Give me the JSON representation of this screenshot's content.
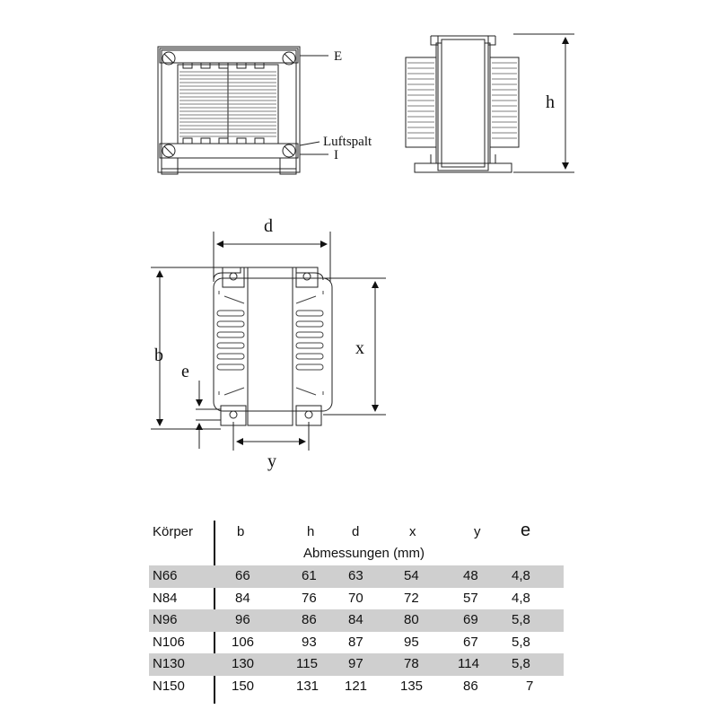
{
  "top_left_view": {
    "label_e": "E",
    "label_luftspalt": "Luftspalt",
    "label_i": "I"
  },
  "top_right_view": {
    "label_h": "h"
  },
  "middle_view": {
    "label_d": "d",
    "label_b": "b",
    "label_e": "e",
    "label_x": "x",
    "label_y": "y"
  },
  "table": {
    "header_body": "Körper",
    "columns": [
      "b",
      "h",
      "d",
      "x",
      "y",
      "e"
    ],
    "subheader": "Abmessungen (mm)",
    "rows": [
      {
        "name": "N66",
        "values": [
          "66",
          "61",
          "63",
          "54",
          "48",
          "4,8"
        ]
      },
      {
        "name": "N84",
        "values": [
          "84",
          "76",
          "70",
          "72",
          "57",
          "4,8"
        ]
      },
      {
        "name": "N96",
        "values": [
          "96",
          "86",
          "84",
          "80",
          "69",
          "5,8"
        ]
      },
      {
        "name": "N106",
        "values": [
          "106",
          "93",
          "87",
          "95",
          "67",
          "5,8"
        ]
      },
      {
        "name": "N130",
        "values": [
          "130",
          "115",
          "97",
          "78",
          "114",
          "5,8"
        ]
      },
      {
        "name": "N150",
        "values": [
          "150",
          "131",
          "121",
          "135",
          "86",
          "7"
        ]
      }
    ]
  }
}
